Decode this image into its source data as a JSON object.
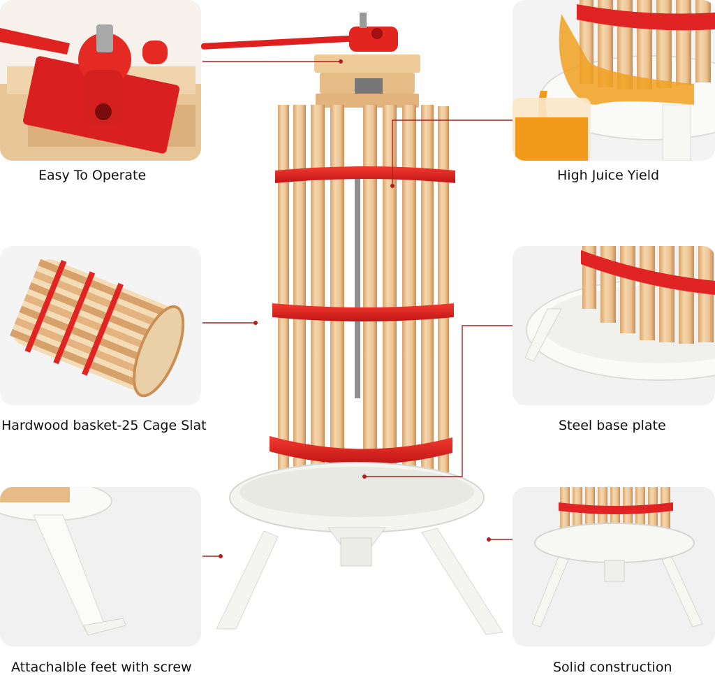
{
  "features": [
    {
      "id": "easy",
      "caption": "Easy To Operate"
    },
    {
      "id": "juice",
      "caption": "High Juice Yield"
    },
    {
      "id": "basket",
      "caption": "Hardwood basket-25 Cage Slat"
    },
    {
      "id": "plate",
      "caption": "Steel base plate"
    },
    {
      "id": "feet",
      "caption": "Attachalble feet with screw"
    },
    {
      "id": "solid",
      "caption": "Solid construction"
    }
  ],
  "colors": {
    "band_red": "#e02424",
    "wood_light": "#f2d2a6",
    "wood_mid": "#e6b985",
    "wood_dark": "#c98f55",
    "steel_white": "#f5f5f2",
    "juice": "#f0a020",
    "leader": "#b01e1e"
  }
}
